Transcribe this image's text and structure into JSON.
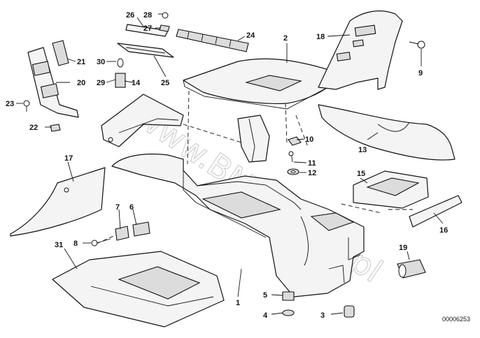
{
  "diagram": {
    "watermark": "www.BMWstore.pl",
    "doc_number": "00006253",
    "callouts": [
      "1",
      "2",
      "3",
      "4",
      "5",
      "6",
      "7",
      "8",
      "9",
      "10",
      "11",
      "12",
      "13",
      "14",
      "15",
      "16",
      "17",
      "18",
      "19",
      "20",
      "21",
      "22",
      "23",
      "24",
      "25",
      "26",
      "27",
      "28",
      "29",
      "30",
      "31"
    ]
  }
}
